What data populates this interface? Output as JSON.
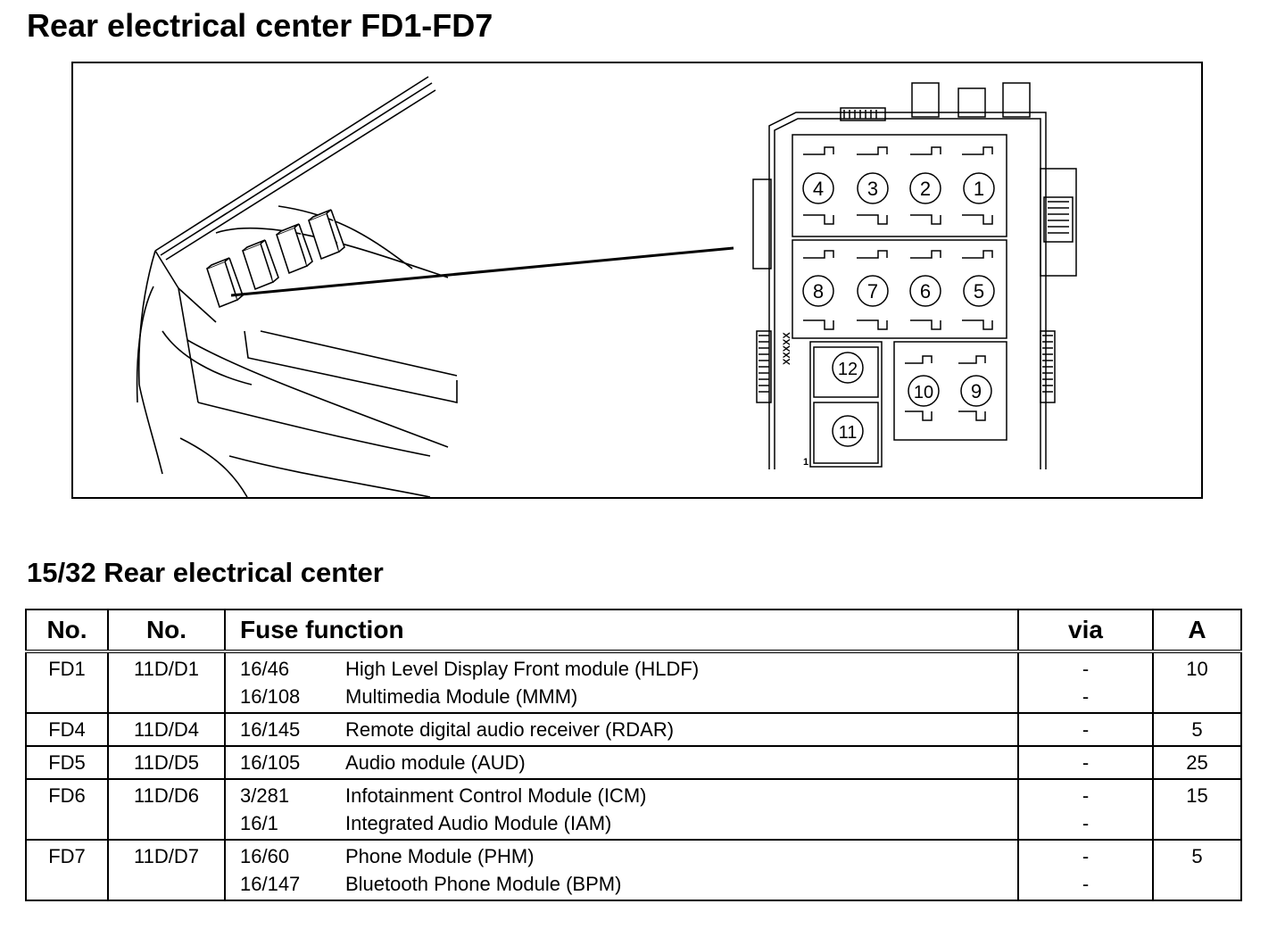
{
  "page_title": "Rear electrical center FD1-FD7",
  "section_title": "15/32 Rear electrical center",
  "diagram": {
    "fuse_slot_labels": [
      "1",
      "2",
      "3",
      "4",
      "5",
      "6",
      "7",
      "8",
      "9",
      "10",
      "11",
      "12"
    ],
    "connector_marking": "XXXXX",
    "pin_marking": "1"
  },
  "table": {
    "headers": {
      "no": "No.",
      "no2": "No.",
      "function": "Fuse function",
      "via": "via",
      "amp": "A"
    },
    "rows": [
      {
        "no": "FD1",
        "no2": "11D/D1",
        "amp": "10",
        "items": [
          {
            "ref": "16/46",
            "function": "High Level Display Front module (HLDF)",
            "via": "-"
          },
          {
            "ref": "16/108",
            "function": "Multimedia Module (MMM)",
            "via": "-"
          }
        ]
      },
      {
        "no": "FD4",
        "no2": "11D/D4",
        "amp": "5",
        "items": [
          {
            "ref": "16/145",
            "function": "Remote digital audio receiver (RDAR)",
            "via": "-"
          }
        ]
      },
      {
        "no": "FD5",
        "no2": "11D/D5",
        "amp": "25",
        "items": [
          {
            "ref": "16/105",
            "function": "Audio module (AUD)",
            "via": "-"
          }
        ]
      },
      {
        "no": "FD6",
        "no2": "11D/D6",
        "amp": "15",
        "items": [
          {
            "ref": "3/281",
            "function": "Infotainment Control Module (ICM)",
            "via": "-"
          },
          {
            "ref": "16/1",
            "function": "Integrated Audio Module (IAM)",
            "via": "-"
          }
        ]
      },
      {
        "no": "FD7",
        "no2": "11D/D7",
        "amp": "5",
        "items": [
          {
            "ref": "16/60",
            "function": "Phone Module (PHM)",
            "via": "-"
          },
          {
            "ref": "16/147",
            "function": "Bluetooth Phone Module (BPM)",
            "via": "-"
          }
        ]
      }
    ]
  }
}
